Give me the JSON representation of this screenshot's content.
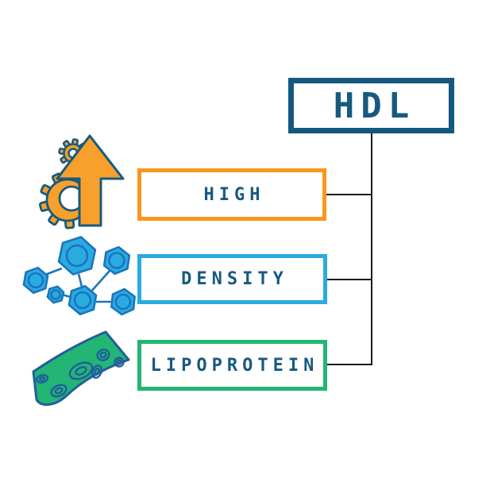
{
  "title": {
    "text": "HDL"
  },
  "items": [
    {
      "label": "HIGH",
      "accent_color": "#F7981D",
      "icon": "gears-up-arrow-icon"
    },
    {
      "label": "DENSITY",
      "accent_color": "#29ABE2",
      "icon": "molecule-hexagons-icon"
    },
    {
      "label": "LIPOPROTEIN",
      "accent_color": "#23B573",
      "icon": "blood-cells-band-icon"
    }
  ],
  "palette": {
    "navy_text": "#175A7E",
    "title_border": "#15587E",
    "orange": "#F7981D",
    "orange_fill": "#F7A02B",
    "light_blue": "#29ABE2",
    "molecule_outline": "#1B75BC",
    "green": "#23B573",
    "cells_outline": "#215E9E",
    "connector_line": "#1A1A1A",
    "background": "#FFFFFF"
  }
}
